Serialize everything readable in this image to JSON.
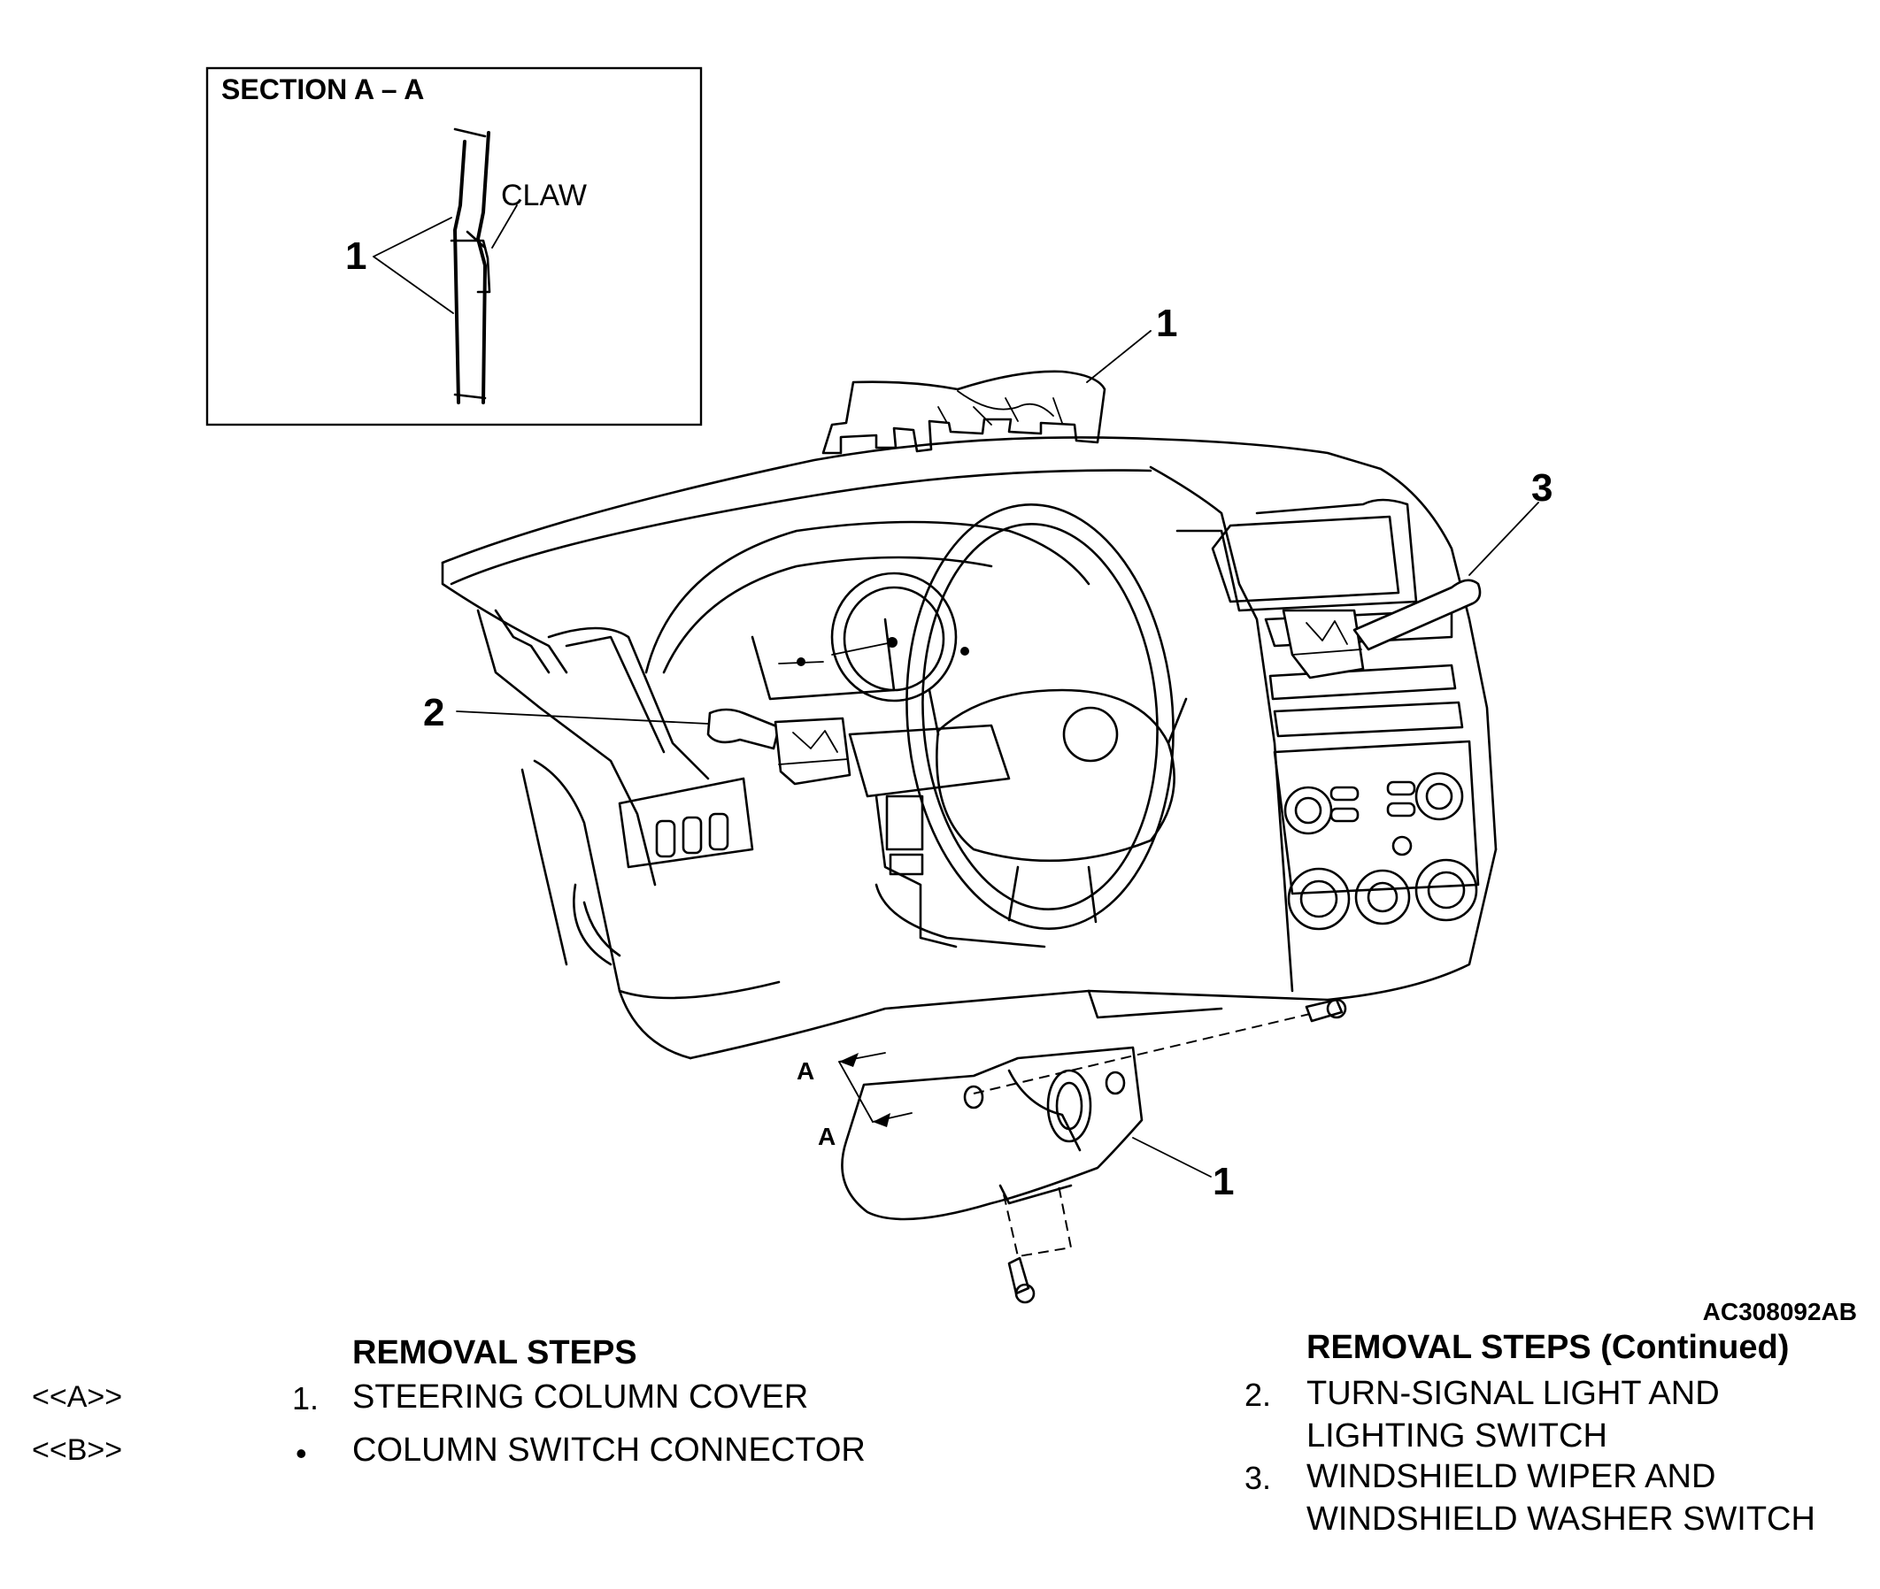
{
  "figure_code": "AC308092AB",
  "inset": {
    "title": "SECTION A – A",
    "claw_label": "CLAW",
    "callout": "1"
  },
  "callouts": {
    "upper_cover": "1",
    "left_switch": "2",
    "right_switch": "3",
    "lower_cover": "1",
    "section_arrow_top": "A",
    "section_arrow_bottom": "A"
  },
  "removal_steps": {
    "title": "REMOVAL STEPS",
    "rows": [
      {
        "tag": "<<A>>",
        "number": "1.",
        "text": "STEERING COLUMN COVER"
      },
      {
        "tag": "<<B>>",
        "number": "•",
        "text": "COLUMN SWITCH CONNECTOR"
      }
    ]
  },
  "removal_steps_continued": {
    "title": "REMOVAL STEPS (Continued)",
    "rows": [
      {
        "number": "2.",
        "line1": "TURN-SIGNAL LIGHT AND",
        "line2": "LIGHTING SWITCH"
      },
      {
        "number": "3.",
        "line1": "WINDSHIELD WIPER AND",
        "line2": "WINDSHIELD WASHER SWITCH"
      }
    ]
  }
}
